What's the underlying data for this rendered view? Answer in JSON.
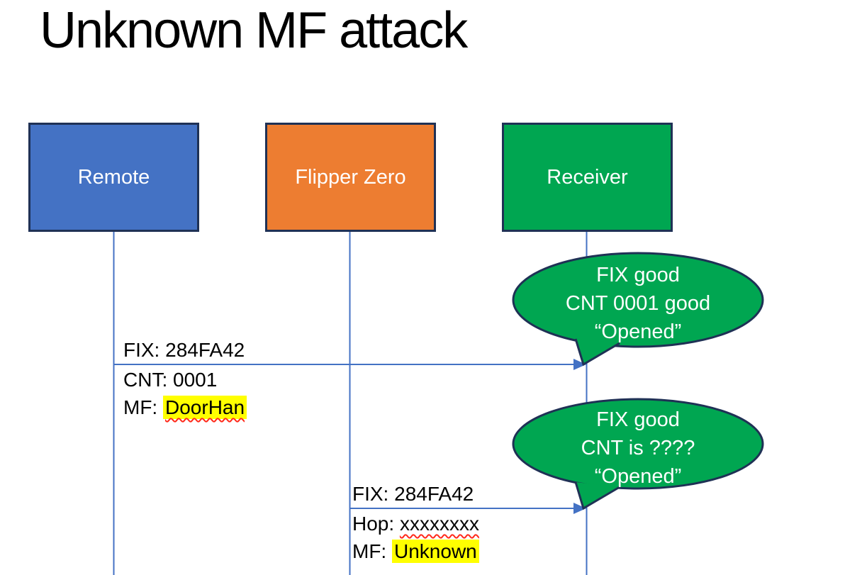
{
  "title": "Unknown MF attack",
  "actors": {
    "remote": {
      "label": "Remote"
    },
    "flipper": {
      "label": "Flipper Zero"
    },
    "receiver": {
      "label": "Receiver"
    }
  },
  "messages": {
    "m1": {
      "from": "Remote",
      "to": "Receiver",
      "above": "FIX: 284FA42",
      "below1_prefix": "CNT:",
      "below1_value": "0001",
      "below2_prefix": "MF:",
      "below2_value": "DoorHan"
    },
    "m2": {
      "from": "Flipper Zero",
      "to": "Receiver",
      "above": "FIX: 284FA42",
      "below1_prefix": "Hop:",
      "below1_value": "xxxxxxxx",
      "below2_prefix": "MF:",
      "below2_value": "Unknown"
    }
  },
  "callouts": {
    "c1": {
      "line1": "FIX good",
      "line2": "CNT 0001 good",
      "line3": "“Opened”"
    },
    "c2": {
      "line1": "FIX good",
      "line2": "CNT is ????",
      "line3": "“Opened”"
    }
  },
  "colors": {
    "remote_fill": "#4472c4",
    "flipper_fill": "#ed7d31",
    "receiver_fill": "#00a651",
    "bubble_fill": "#00a651",
    "outline": "#1f3155",
    "line_blue": "#4472c4",
    "highlight": "#ffff00",
    "squiggle": "#ff2a1a",
    "text_dark": "#000000",
    "text_light": "#ffffff"
  }
}
